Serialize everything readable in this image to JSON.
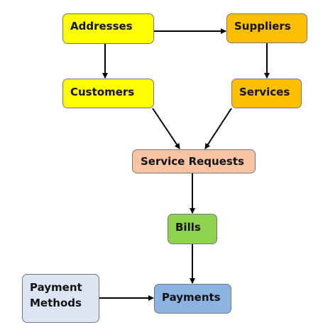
{
  "nodes": {
    "addresses": "Addresses",
    "suppliers": "Suppliers",
    "customers": "Customers",
    "services": "Services",
    "service_requests": "Service Requests",
    "bills": "Bills",
    "payments": "Payments",
    "payment_methods_line1": "Payment",
    "payment_methods_line2": "Methods"
  },
  "colors": {
    "yellow": "#ffff00",
    "orange": "#ffbf00",
    "peach": "#f9c4a3",
    "green": "#8fd24f",
    "blue": "#8db3e2",
    "pale_blue": "#dce6f2",
    "arrow": "#000000"
  },
  "edges": [
    {
      "from": "addresses",
      "to": "suppliers"
    },
    {
      "from": "addresses",
      "to": "customers"
    },
    {
      "from": "suppliers",
      "to": "services"
    },
    {
      "from": "customers",
      "to": "service_requests"
    },
    {
      "from": "services",
      "to": "service_requests"
    },
    {
      "from": "service_requests",
      "to": "bills"
    },
    {
      "from": "bills",
      "to": "payments"
    },
    {
      "from": "payment_methods",
      "to": "payments"
    }
  ]
}
